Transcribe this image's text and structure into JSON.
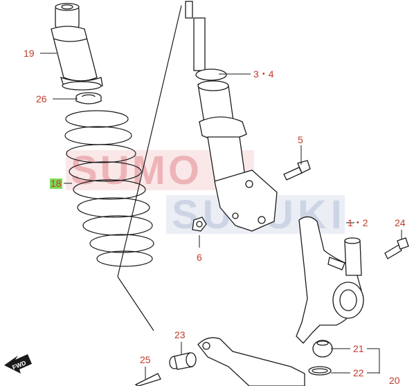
{
  "watermark": {
    "top_text": "SUMO",
    "bottom_text": "SUZUKI",
    "top_color": "#e9a3a8",
    "bottom_color": "#c3cde0"
  },
  "direction_badge": {
    "text": "FWD",
    "icon": "arrow-left-icon"
  },
  "colors": {
    "label": "#c0392b",
    "highlight": "#7ed957",
    "lines": "#1a1a1a"
  },
  "callouts": {
    "c19": "19",
    "c26": "26",
    "c18": "18",
    "c34": "3・4",
    "c5": "5",
    "c6": "6",
    "c12": "1・2",
    "c24": "24",
    "c23": "23",
    "c25": "25",
    "c21": "21",
    "c22": "22",
    "c20": "20"
  },
  "highlighted_callout": "18"
}
